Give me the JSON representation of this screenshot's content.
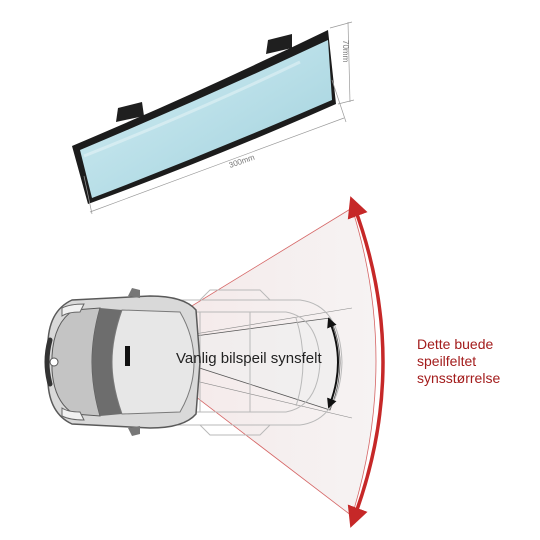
{
  "mirror": {
    "width_label": "300mm",
    "height_label": "70mm"
  },
  "diagram": {
    "normal_view_label": "Vanlig bilspeil synsfelt",
    "curved_view_label_lines": [
      "Dette buede",
      "speilfeltet",
      "synsstørrelse"
    ]
  },
  "colors": {
    "accent_red": "#c62828",
    "label_red": "#a31c1c",
    "mirror_glass": "#bfe3ea",
    "mirror_frame": "#1c1c1c"
  }
}
